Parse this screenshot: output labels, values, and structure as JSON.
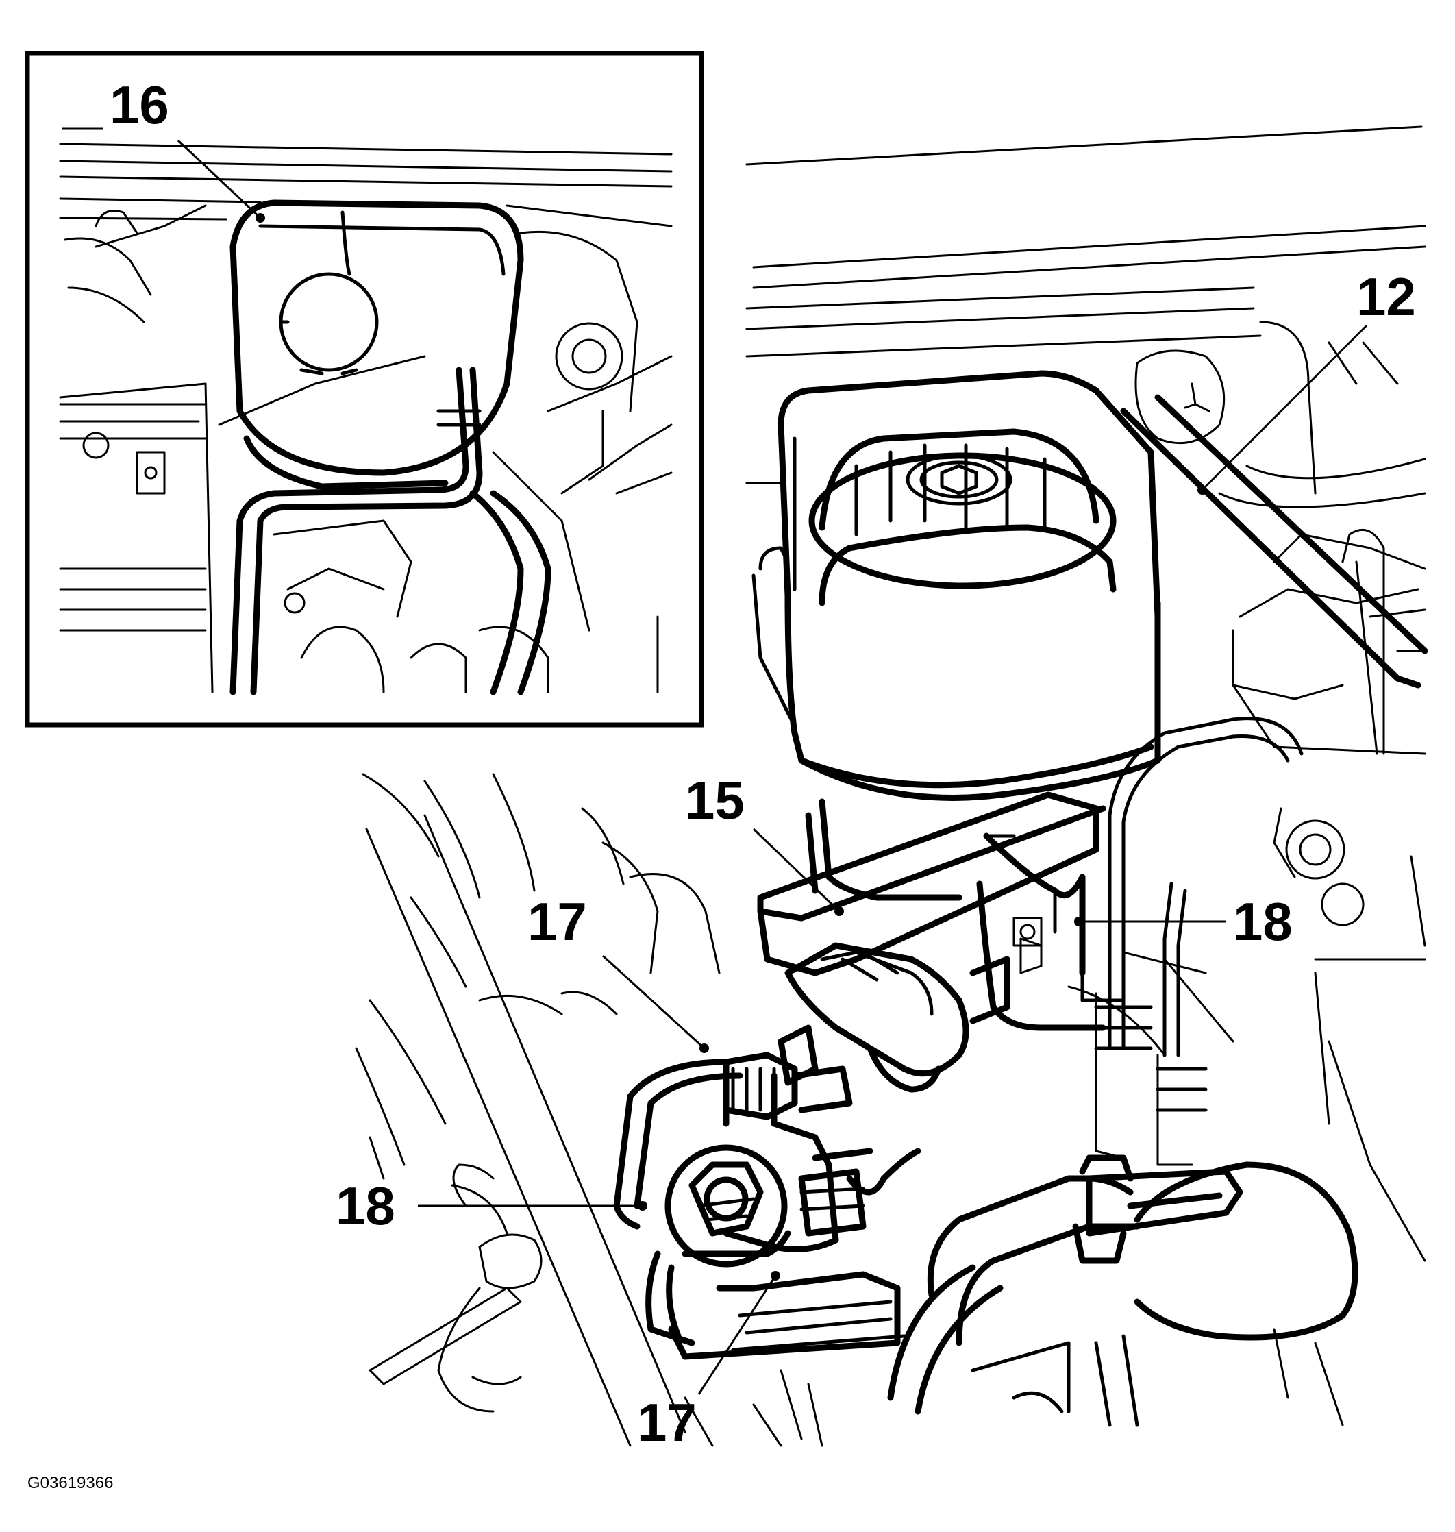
{
  "callouts": [
    {
      "id": "16",
      "text": "16"
    },
    {
      "id": "12",
      "text": "12"
    },
    {
      "id": "15",
      "text": "15"
    },
    {
      "id": "17a",
      "text": "17"
    },
    {
      "id": "18a",
      "text": "18"
    },
    {
      "id": "18b",
      "text": "18"
    },
    {
      "id": "17b",
      "text": "17"
    }
  ],
  "figure_code": "G03619366"
}
